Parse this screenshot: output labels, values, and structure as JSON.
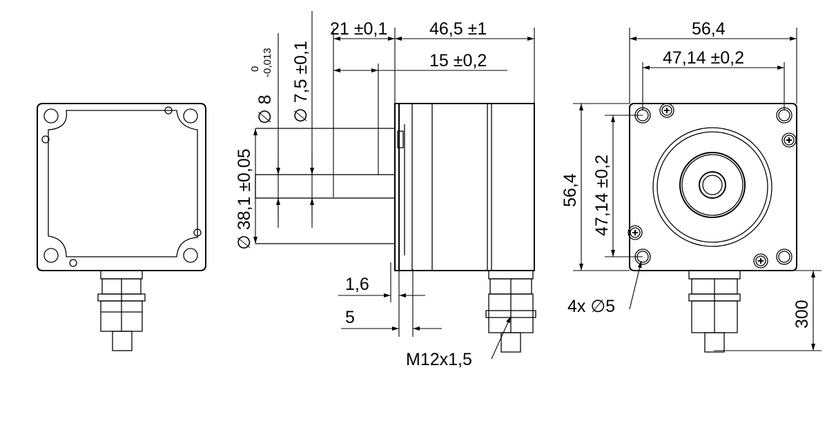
{
  "dimensions": {
    "shaft_diameter_label": "∅ 8",
    "shaft_tol_upper": "0",
    "shaft_tol_lower": "-0,013",
    "flat_diameter": "∅ 7,5 ±0,1",
    "pilot_diameter": "∅ 38,1 ±0,05",
    "shaft_length": "21 ±0,1",
    "body_length": "46,5 ±1",
    "flat_length": "15 ±0,2",
    "pilot_depth": "1,6",
    "flange_thickness": "5",
    "gland_thread": "M12x1,5",
    "width": "56,4",
    "hole_spacing_h": "47,14 ±0,2",
    "height": "56,4",
    "hole_spacing_v": "47,14 ±0,2",
    "holes": "4x ∅5",
    "cable_length": "300"
  },
  "colors": {
    "line": "#000000",
    "background": "#ffffff"
  }
}
